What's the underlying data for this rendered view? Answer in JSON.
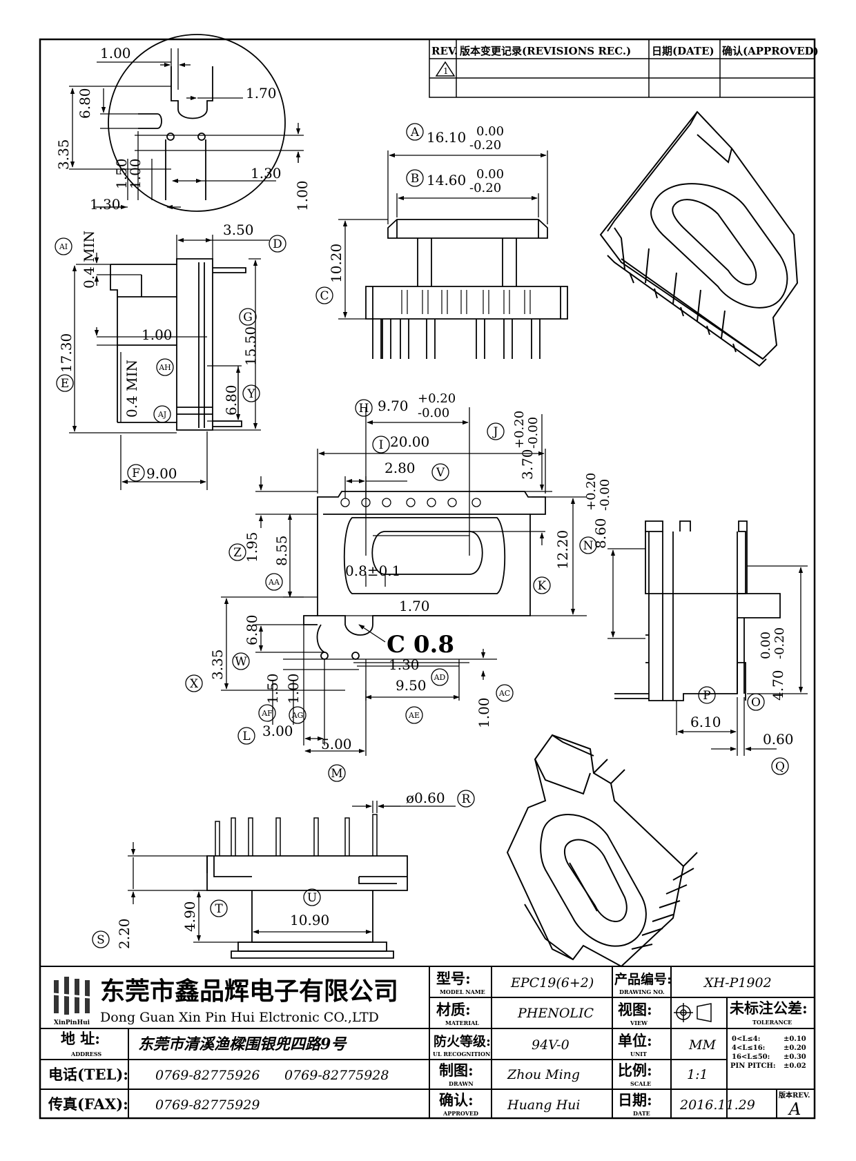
{
  "revision_table": {
    "rev_header": "REV.",
    "record_header": "版本变更记录(REVISIONS REC.)",
    "date_header": "日期(DATE)",
    "approved_header": "确认(APPROVED)",
    "rev_mark": "1"
  },
  "dimensions": {
    "d_1_00_top": "1.00",
    "d_1_70_top": "1.70",
    "d_6_80_top": "6.80",
    "d_3_35_top": "3.35",
    "d_1_50_top": "1.50",
    "d_1_00_mid": "1.00",
    "d_1_30_a": "1.30",
    "d_1_30_b": "1.30",
    "d_1_00_right": "1.00",
    "d_3_50": "3.50",
    "d_0_4_min_a": "0.4 MIN",
    "d_17_30": "17.30",
    "d_15_50": "15.50",
    "d_1_00_side": "1.00",
    "d_0_4_min_b": "0.4 MIN",
    "d_6_80_side": "6.80",
    "d_9_00": "9.00",
    "d_16_10": "16.10",
    "d_16_10_tol_hi": "0.00",
    "d_16_10_tol_lo": "-0.20",
    "d_14_60": "14.60",
    "d_14_60_tol_hi": "0.00",
    "d_14_60_tol_lo": "-0.20",
    "d_10_20": "10.20",
    "d_9_70": "9.70",
    "d_9_70_tol_hi": "+0.20",
    "d_9_70_tol_lo": "-0.00",
    "d_20_00": "20.00",
    "d_3_70": "3.70",
    "d_3_70_tol_hi": "+0.20",
    "d_3_70_tol_lo": "-0.00",
    "d_2_80": "2.80",
    "d_8_60": "8.60",
    "d_8_60_tol_hi": "+0.20",
    "d_8_60_tol_lo": "-0.00",
    "d_12_20": "12.20",
    "d_1_95": "1.95",
    "d_8_55": "8.55",
    "d_0_8": "0.8±0.1",
    "d_1_70_mid": "1.70",
    "d_c_0_8": "C 0.8",
    "d_6_80_mid": "6.80",
    "d_3_35_mid": "3.35",
    "d_1_30_mid": "1.30",
    "d_9_50": "9.50",
    "d_1_50_mid": "1.50",
    "d_1_00_low": "1.00",
    "d_1_00_ac": "1.00",
    "d_3_00": "3.00",
    "d_5_00": "5.00",
    "d_4_70": "4.70",
    "d_4_70_tol_hi": "0.00",
    "d_4_70_tol_lo": "-0.20",
    "d_6_10": "6.10",
    "d_0_60": "0.60",
    "d_phi_0_60": "ø0.60",
    "d_4_90": "4.90",
    "d_2_20": "2.20",
    "d_10_90": "10.90"
  },
  "callouts": {
    "A": "A",
    "B": "B",
    "C": "C",
    "D": "D",
    "E": "E",
    "F": "F",
    "G": "G",
    "H": "H",
    "I": "I",
    "J": "J",
    "K": "K",
    "L": "L",
    "M": "M",
    "N": "N",
    "O": "O",
    "P": "P",
    "Q": "Q",
    "R": "R",
    "S": "S",
    "T": "T",
    "U": "U",
    "V": "V",
    "W": "W",
    "X": "X",
    "Y": "Y",
    "Z": "Z",
    "AA": "AA",
    "AC": "AC",
    "AD": "AD",
    "AE": "AE",
    "AF": "AF",
    "AG": "AG",
    "AH": "AH",
    "AI": "AI",
    "AJ": "AJ"
  },
  "title_block": {
    "company_cn": "东莞市鑫品辉电子有限公司",
    "company_en": "Dong Guan Xin Pin Hui Elctronic CO.,LTD",
    "logo_caption": "XinPinHui",
    "address_label": "地 址:",
    "address_label_en": "ADDRESS",
    "address_value": "东莞市清溪渔樑围银兜四路9号",
    "tel_label": "电话(TEL):",
    "tel_1": "0769-82775926",
    "tel_2": "0769-82775928",
    "fax_label": "传真(FAX):",
    "fax_value": "0769-82775929",
    "model_label": "型号:",
    "model_label_en": "MODEL NAME",
    "model_value": "EPC19(6+2)",
    "material_label": "材质:",
    "material_label_en": "MATERIAL",
    "material_value": "PHENOLIC",
    "ul_label": "防火等级:",
    "ul_label_en": "UL RECOGNITION",
    "ul_value": "94V-0",
    "drawn_label": "制图:",
    "drawn_label_en": "DRAWN",
    "drawn_value": "Zhou Ming",
    "approved_label": "确认:",
    "approved_label_en": "APPROVED",
    "approved_value": "Huang Hui",
    "drawing_no_label": "产品编号:",
    "drawing_no_label_en": "DRAWING NO.",
    "drawing_no_value": "XH-P1902",
    "view_label": "视图:",
    "view_label_en": "VIEW",
    "unit_label": "单位:",
    "unit_label_en": "UNIT",
    "unit_value": "MM",
    "scale_label": "比例:",
    "scale_label_en": "SCALE",
    "scale_value": "1:1",
    "date_label": "日期:",
    "date_label_en": "DATE",
    "date_value": "2016.11.29",
    "tolerance_label": "未标注公差:",
    "tolerance_label_en": "TOLERANCE",
    "tol_rows": [
      {
        "range": "0<L≤4:",
        "value": "±0.10"
      },
      {
        "range": "4<L≤16:",
        "value": "±0.20"
      },
      {
        "range": "16<L≤50:",
        "value": "±0.30"
      },
      {
        "range": "PIN PITCH:",
        "value": "±0.02"
      }
    ],
    "version_label": "版本REV.",
    "version_value": "A"
  }
}
